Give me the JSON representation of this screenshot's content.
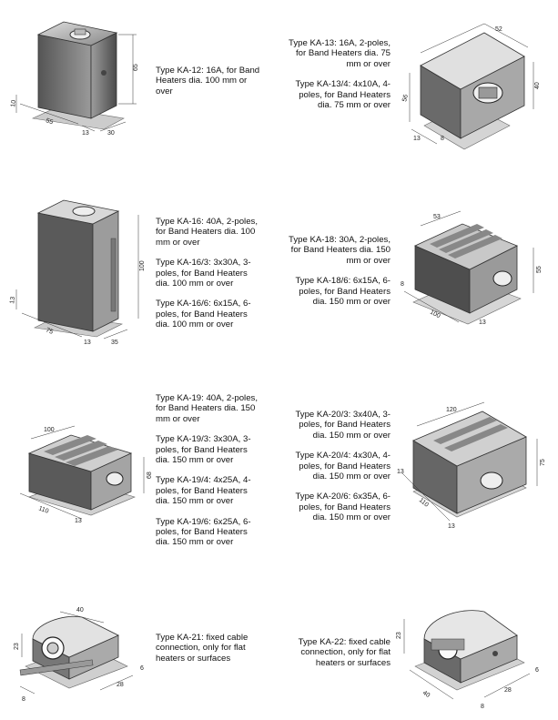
{
  "items": [
    {
      "id": "ka-12",
      "dims": [
        "55",
        "65",
        "10",
        "30",
        "13"
      ],
      "lines": [
        "Type KA-12: 16A, for Band Heaters dia. 100 mm or over"
      ]
    },
    {
      "id": "ka-13",
      "dims": [
        "52",
        "56",
        "40",
        "8",
        "13"
      ],
      "lines": [
        "Type KA-13: 16A, 2-poles, for Band Heaters dia. 75 mm or over",
        "Type KA-13/4: 4x10A, 4-poles, for Band Heaters dia. 75 mm or over"
      ]
    },
    {
      "id": "ka-16",
      "dims": [
        "100",
        "75",
        "13",
        "35",
        "13"
      ],
      "lines": [
        "Type KA-16: 40A, 2-poles, for Band Heaters dia. 100 mm or over",
        "Type KA-16/3: 3x30A, 3-poles, for Band Heaters dia. 100 mm or over",
        "Type KA-16/6: 6x15A, 6-poles, for Band Heaters dia. 100 mm or over"
      ]
    },
    {
      "id": "ka-18",
      "dims": [
        "53",
        "55",
        "100",
        "13",
        "8"
      ],
      "lines": [
        "Type KA-18: 30A, 2-poles, for Band Heaters dia. 150 mm or over",
        "Type KA-18/6: 6x15A, 6-poles, for Band Heaters dia. 150 mm or over"
      ]
    },
    {
      "id": "ka-19",
      "dims": [
        "100",
        "68",
        "110",
        "13"
      ],
      "lines": [
        "Type KA-19: 40A, 2-poles, for Band Heaters dia. 150 mm or over",
        "Type KA-19/3: 3x30A, 3-poles, for Band Heaters dia. 150 mm or over",
        "Type KA-19/4: 4x25A, 4-poles, for Band Heaters dia. 150 mm or over",
        "Type KA-19/6: 6x25A, 6-poles, for Band Heaters dia. 150 mm or over"
      ]
    },
    {
      "id": "ka-20",
      "dims": [
        "120",
        "75",
        "110",
        "13",
        "13"
      ],
      "lines": [
        "Type KA-20/3: 3x40A, 3-poles, for Band Heaters dia. 150 mm or over",
        "Type KA-20/4: 4x30A, 4-poles, for Band Heaters dia. 150 mm or over",
        "Type KA-20/6: 6x35A, 6-poles, for Band Heaters dia. 150 mm or over"
      ]
    },
    {
      "id": "ka-21",
      "dims": [
        "40",
        "23",
        "28",
        "8",
        "6"
      ],
      "lines": [
        "Type KA-21: fixed cable connection, only for flat heaters or surfaces"
      ]
    },
    {
      "id": "ka-22",
      "dims": [
        "23",
        "40",
        "28",
        "8",
        "6"
      ],
      "lines": [
        "Type KA-22: fixed cable connection, only for flat heaters or surfaces"
      ]
    }
  ]
}
